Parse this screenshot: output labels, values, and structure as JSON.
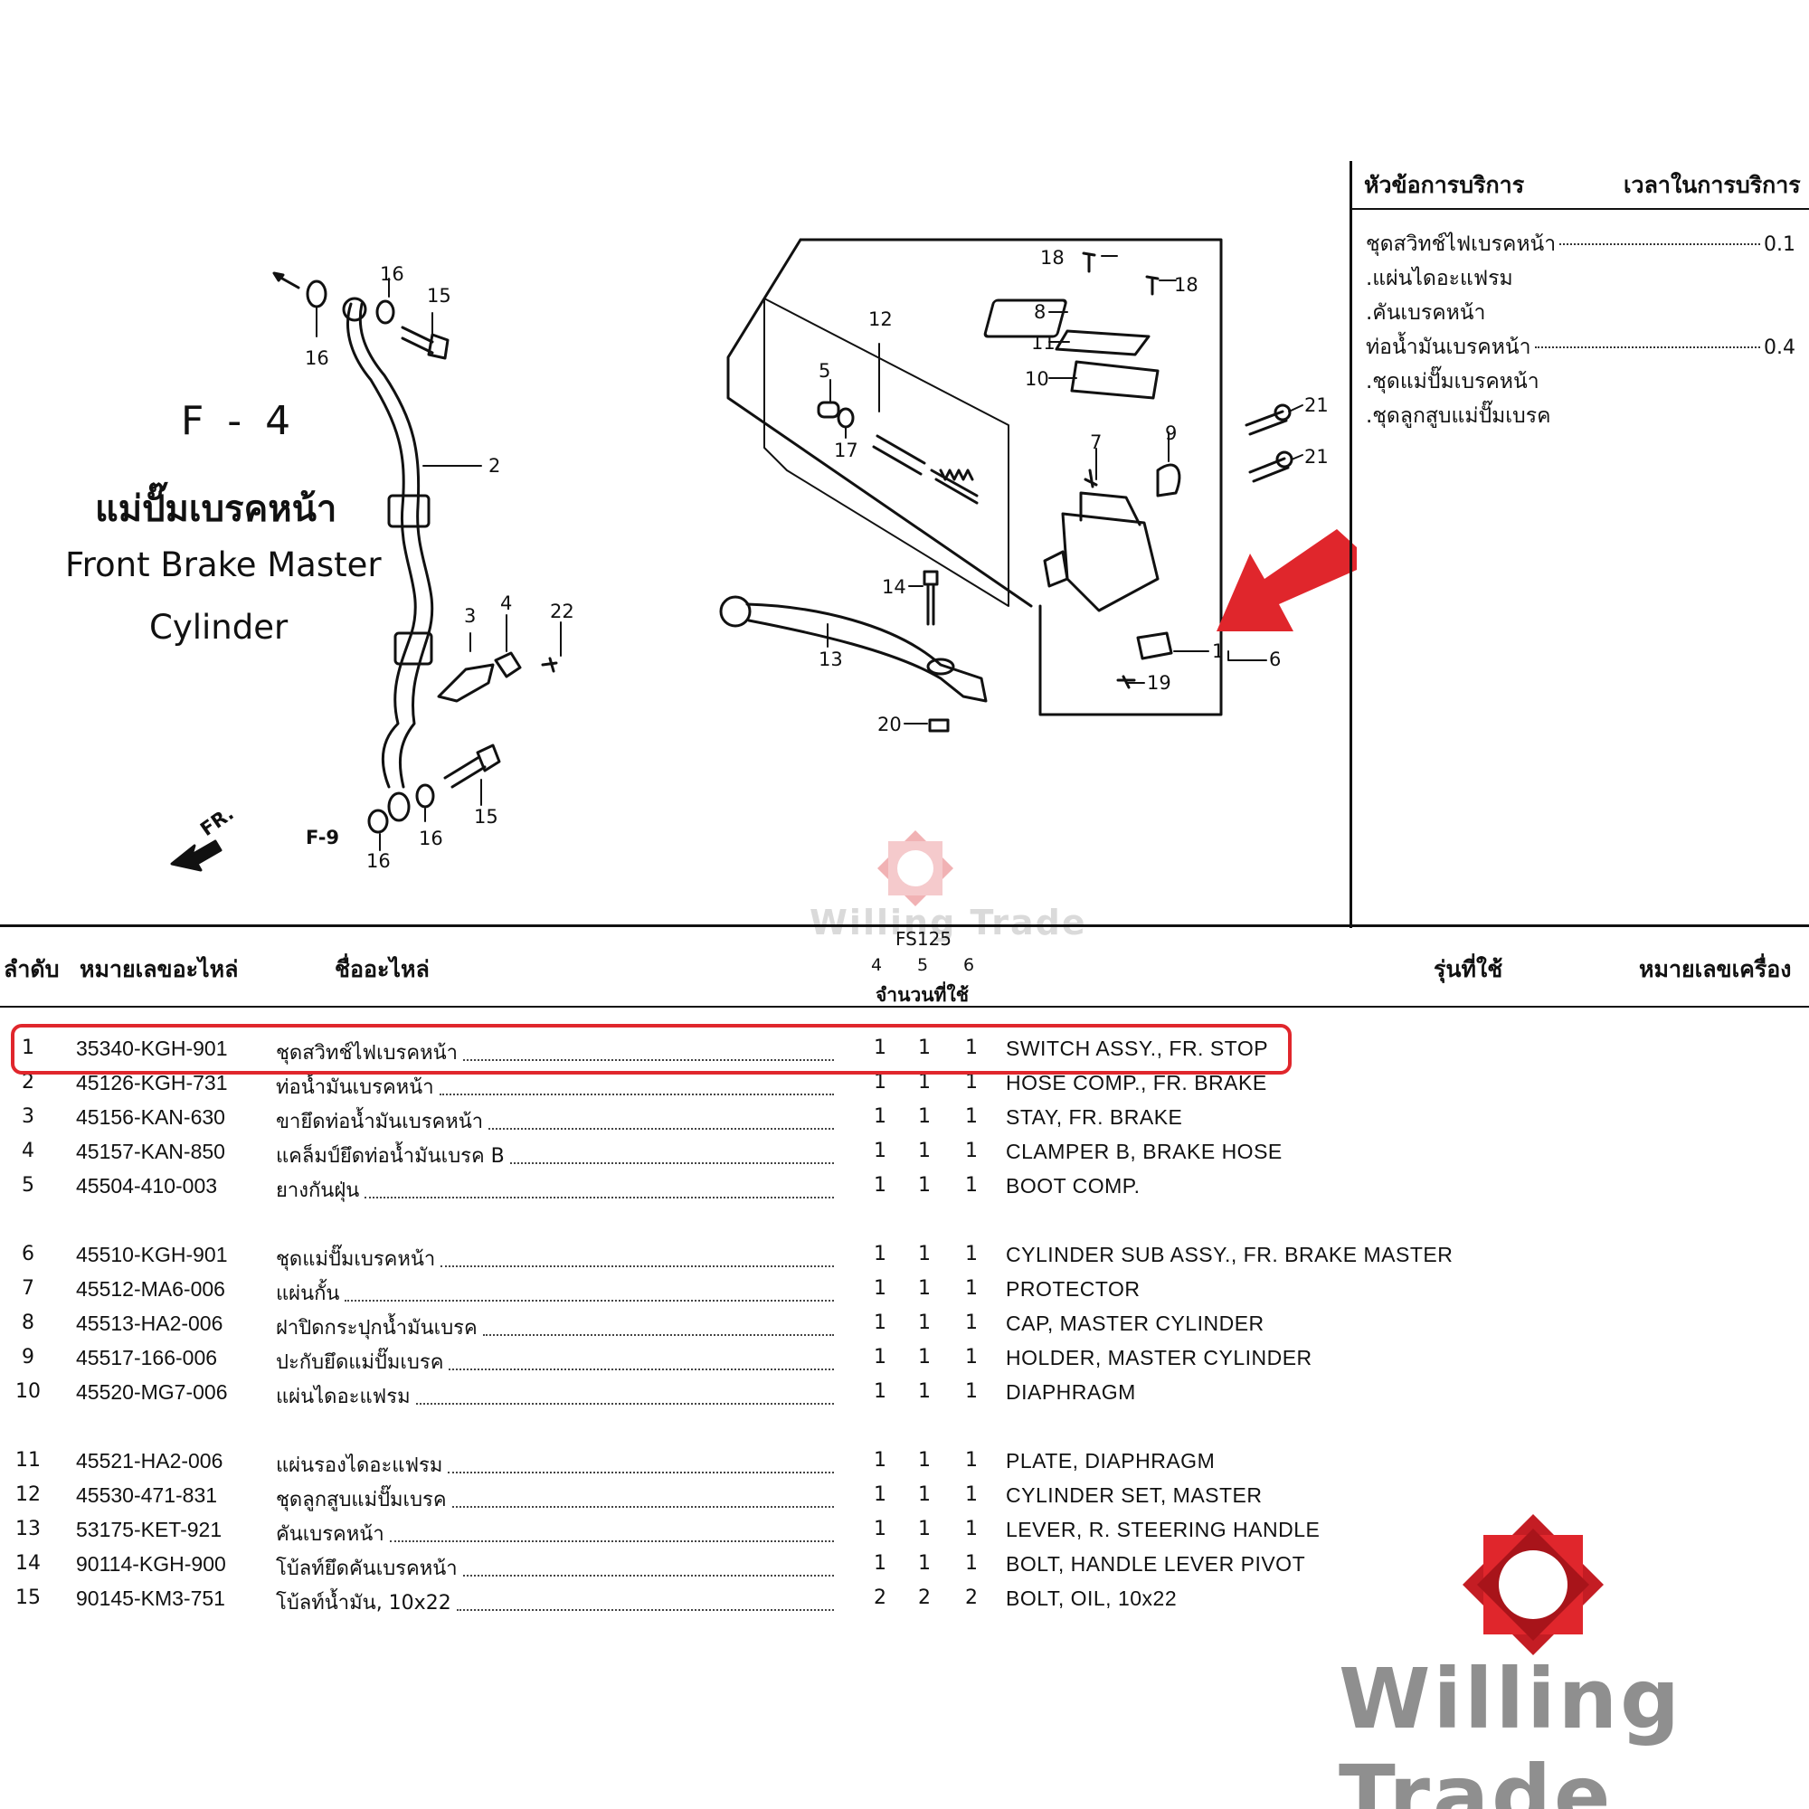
{
  "figure": {
    "code": "F - 4",
    "title_th": "แม่ปั๊มเบรคหน้า",
    "title_en_line1": "Front Brake Master",
    "title_en_line2": "Cylinder",
    "callouts": {
      "c16a": "16",
      "c16b": "16",
      "c15a": "15",
      "c2": "2",
      "c3": "3",
      "c4": "4",
      "c22": "22",
      "c15b": "15",
      "c16c": "16",
      "c16d": "16",
      "f9": "F-9",
      "fr": "FR.",
      "c12": "12",
      "c5": "5",
      "c17": "17",
      "c18a": "18",
      "c18b": "18",
      "c8": "8",
      "c11": "11",
      "c10": "10",
      "c21a": "21",
      "c21b": "21",
      "c7": "7",
      "c9": "9",
      "c14": "14",
      "c13": "13",
      "c1": "1",
      "c6": "6",
      "c19": "19",
      "c20": "20"
    }
  },
  "service": {
    "header_topic": "หัวข้อการบริการ",
    "header_time": "เวลาในการบริการ",
    "items": [
      {
        "label": "ชุดสวิทช์ไฟเบรคหน้า",
        "time": "0.1"
      },
      {
        "label": ".แผ่นไดอะแฟรม",
        "time": ""
      },
      {
        "label": ".คันเบรคหน้า",
        "time": ""
      },
      {
        "label": "ท่อน้ำมันเบรคหน้า",
        "time": "0.4"
      },
      {
        "label": ".ชุดแม่ปั๊มเบรคหน้า",
        "time": ""
      },
      {
        "label": ".ชุดลูกสูบแม่ปั๊มเบรค",
        "time": ""
      }
    ]
  },
  "table": {
    "headers": {
      "no": "ลำดับ",
      "part_no": "หมายเลขอะไหล่",
      "part_name": "ชื่ออะไหล่",
      "model": "FS125",
      "qty_cols": [
        "4",
        "5",
        "6"
      ],
      "qty_label": "จำนวนที่ใช้",
      "model_used": "รุ่นที่ใช้",
      "engine_no": "หมายเลขเครื่อง"
    },
    "rows": [
      {
        "no": "1",
        "pn": "35340-KGH-901",
        "th": "ชุดสวิทช์ไฟเบรคหน้า",
        "q": [
          "1",
          "1",
          "1"
        ],
        "en": "SWITCH ASSY., FR. STOP"
      },
      {
        "no": "2",
        "pn": "45126-KGH-731",
        "th": "ท่อน้ำมันเบรคหน้า",
        "q": [
          "1",
          "1",
          "1"
        ],
        "en": "HOSE COMP., FR. BRAKE"
      },
      {
        "no": "3",
        "pn": "45156-KAN-630",
        "th": "ขายึดท่อน้ำมันเบรคหน้า",
        "q": [
          "1",
          "1",
          "1"
        ],
        "en": "STAY, FR. BRAKE"
      },
      {
        "no": "4",
        "pn": "45157-KAN-850",
        "th": "แคล็มป์ยึดท่อน้ำมันเบรค B",
        "q": [
          "1",
          "1",
          "1"
        ],
        "en": "CLAMPER B, BRAKE HOSE"
      },
      {
        "no": "5",
        "pn": "45504-410-003",
        "th": "ยางกันฝุ่น",
        "q": [
          "1",
          "1",
          "1"
        ],
        "en": "BOOT COMP."
      },
      {
        "no": "6",
        "pn": "45510-KGH-901",
        "th": "ชุดแม่ปั๊มเบรคหน้า",
        "q": [
          "1",
          "1",
          "1"
        ],
        "en": "CYLINDER SUB ASSY., FR. BRAKE MASTER"
      },
      {
        "no": "7",
        "pn": "45512-MA6-006",
        "th": "แผ่นกั้น",
        "q": [
          "1",
          "1",
          "1"
        ],
        "en": "PROTECTOR"
      },
      {
        "no": "8",
        "pn": "45513-HA2-006",
        "th": "ฝาปิดกระปุกน้ำมันเบรค",
        "q": [
          "1",
          "1",
          "1"
        ],
        "en": "CAP, MASTER CYLINDER"
      },
      {
        "no": "9",
        "pn": "45517-166-006",
        "th": "ปะกับยึดแม่ปั๊มเบรค",
        "q": [
          "1",
          "1",
          "1"
        ],
        "en": "HOLDER, MASTER CYLINDER"
      },
      {
        "no": "10",
        "pn": "45520-MG7-006",
        "th": "แผ่นไดอะแฟรม",
        "q": [
          "1",
          "1",
          "1"
        ],
        "en": "DIAPHRAGM"
      },
      {
        "no": "11",
        "pn": "45521-HA2-006",
        "th": "แผ่นรองไดอะแฟรม",
        "q": [
          "1",
          "1",
          "1"
        ],
        "en": "PLATE, DIAPHRAGM"
      },
      {
        "no": "12",
        "pn": "45530-471-831",
        "th": "ชุดลูกสูบแม่ปั๊มเบรค",
        "q": [
          "1",
          "1",
          "1"
        ],
        "en": "CYLINDER SET, MASTER"
      },
      {
        "no": "13",
        "pn": "53175-KET-921",
        "th": "คันเบรคหน้า",
        "q": [
          "1",
          "1",
          "1"
        ],
        "en": "LEVER, R. STEERING HANDLE"
      },
      {
        "no": "14",
        "pn": "90114-KGH-900",
        "th": "โบ้ลท์ยึดคันเบรคหน้า",
        "q": [
          "1",
          "1",
          "1"
        ],
        "en": "BOLT, HANDLE LEVER PIVOT"
      },
      {
        "no": "15",
        "pn": "90145-KM3-751",
        "th": "โบ้ลท์น้ำมัน, 10x22",
        "q": [
          "2",
          "2",
          "2"
        ],
        "en": "BOLT, OIL, 10x22"
      }
    ]
  },
  "branding": {
    "watermark": "Willing Trade",
    "logo_text": "Willing Trade",
    "accent_color": "#e0262c",
    "logo_gray": "#8f8f8f"
  }
}
